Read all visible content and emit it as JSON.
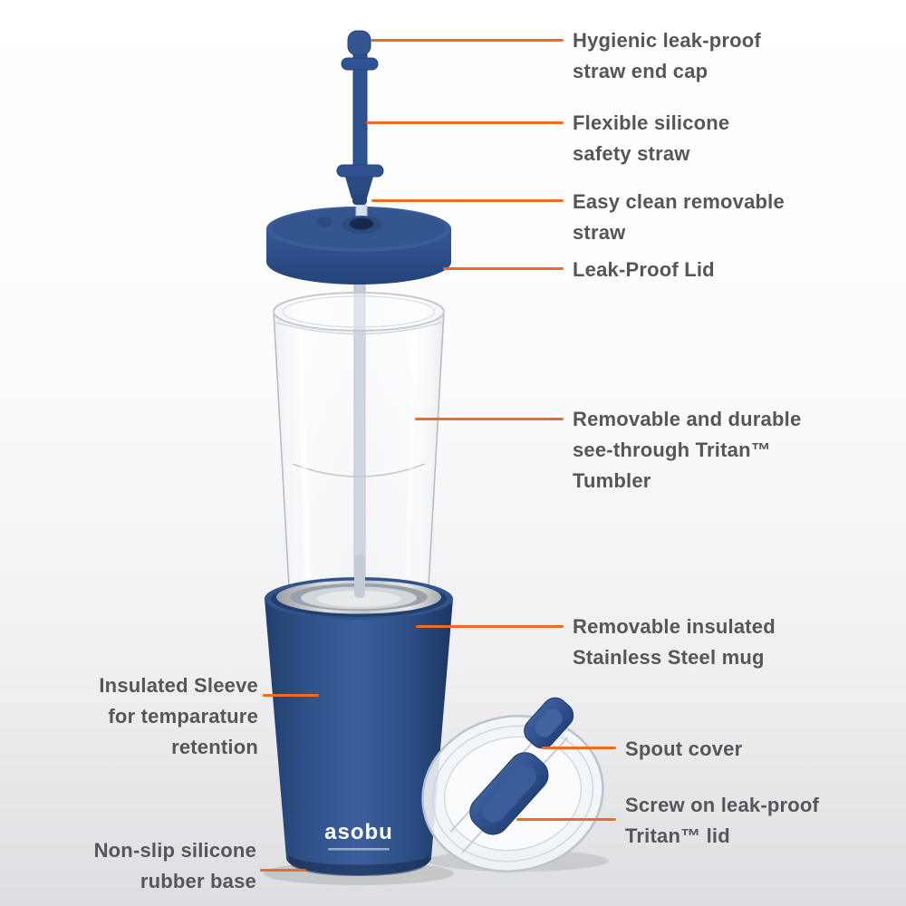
{
  "colors": {
    "accent_orange": "#f06b21",
    "label_gray": "#55565a",
    "product_blue": "#2c4e87",
    "background_bottom": "#dddee1"
  },
  "brand": {
    "name": "asobu"
  },
  "callouts": {
    "right": [
      {
        "id": "straw-end-cap",
        "label": "Hygienic leak-proof\nstraw end cap"
      },
      {
        "id": "safety-straw",
        "label": "Flexible silicone\nsafety straw"
      },
      {
        "id": "removable-straw",
        "label": "Easy clean removable\nstraw"
      },
      {
        "id": "leak-proof-lid",
        "label": "Leak-Proof Lid"
      },
      {
        "id": "tritan-tumbler",
        "label": "Removable and durable\nsee-through Tritan™\nTumbler"
      },
      {
        "id": "steel-mug",
        "label": "Removable insulated\nStainless Steel mug"
      },
      {
        "id": "spout-cover",
        "label": "Spout cover"
      },
      {
        "id": "tritan-lid",
        "label": "Screw on leak-proof\nTritan™ lid"
      }
    ],
    "left": [
      {
        "id": "insulated-sleeve",
        "label": "Insulated Sleeve\nfor temparature\nretention"
      },
      {
        "id": "rubber-base",
        "label": "Non-slip silicone\nrubber base"
      }
    ]
  }
}
